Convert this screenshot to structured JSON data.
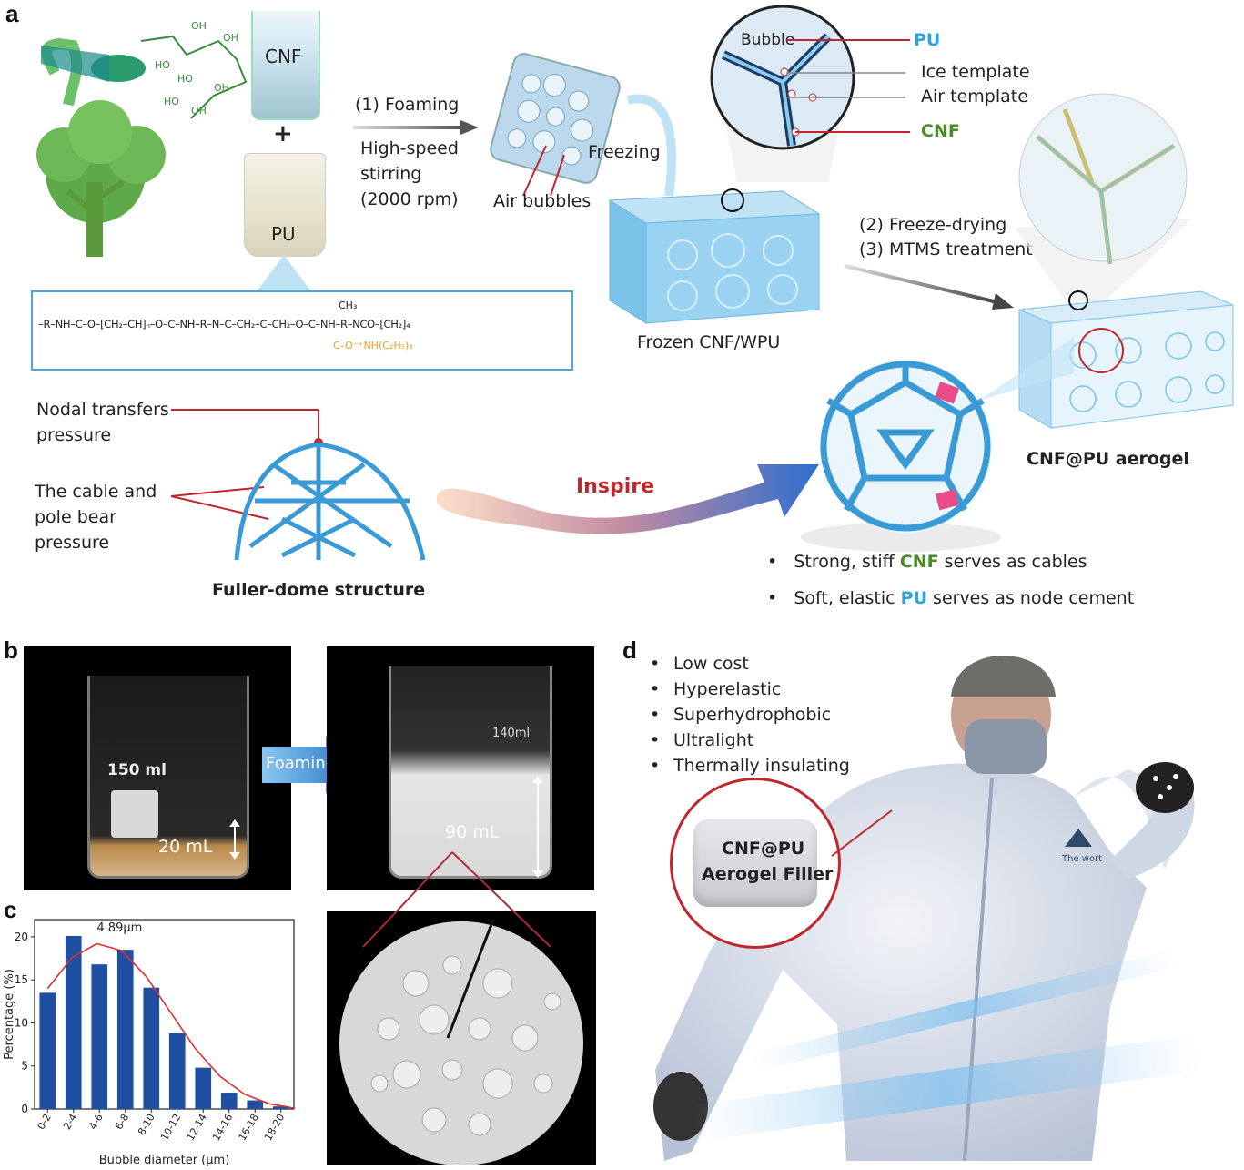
{
  "panels": {
    "a": "a",
    "b": "b",
    "c": "c",
    "d": "d"
  },
  "panel_a": {
    "cnf_label": "CNF",
    "plus": "+",
    "pu_label": "PU",
    "step1": "(1) Foaming",
    "stirring_line1": "High-speed",
    "stirring_line2": "stirring",
    "stirring_line3": "(2000 rpm)",
    "air_bubbles": "Air bubbles",
    "freezing": "Freezing",
    "bubble": "Bubble",
    "legend_pu": "PU",
    "legend_ice": "Ice template",
    "legend_air": "Air template",
    "legend_cnf": "CNF",
    "step2": "(2) Freeze-drying",
    "step3": "(3) MTMS treatment",
    "frozen_label": "Frozen CNF/WPU",
    "aerogel_label": "CNF@PU aerogel",
    "formula": "–R–NH–C–O–[CH₂–CH]ₙ–O–C–NH–R–N–C–CH₂–C–CH₂–O–C–NH–R–NCO–[CH₂]₄",
    "formula_side_top": "CH₃",
    "formula_side_bottom": "C–O⁻⁺NH(C₂H₅)₃",
    "nodal_line1": "Nodal transfers",
    "nodal_line2": "pressure",
    "cable_line1": "The cable and",
    "cable_line2": "pole bear",
    "cable_line3": "pressure",
    "fuller_label": "Fuller-dome structure",
    "inspire": "Inspire",
    "bullet1_pre": "Strong, stiff ",
    "bullet1_key": "CNF",
    "bullet1_post": " serves as cables",
    "bullet2_pre": "Soft, elastic ",
    "bullet2_key": "PU",
    "bullet2_post": " serves as node cement"
  },
  "panel_b": {
    "beaker_vol": "150 ml",
    "beaker_vol2": "140ml",
    "foaming": "Foaming",
    "vol_before": "20 mL",
    "vol_after": "90 mL"
  },
  "panel_d": {
    "features": [
      "Low cost",
      "Hyperelastic",
      "Superhydrophobic",
      "Ultralight",
      "Thermally insulating"
    ],
    "filler_line1": "CNF@PU",
    "filler_line2": "Aerogel Filler",
    "brand": "The wort"
  },
  "chart_data": {
    "type": "bar",
    "categories": [
      "0-2",
      "2-4",
      "4-6",
      "6-8",
      "8-10",
      "10-12",
      "12-14",
      "14-16",
      "16-18",
      "18-20"
    ],
    "values": [
      13.5,
      20.1,
      16.8,
      18.5,
      14.1,
      8.8,
      4.8,
      1.9,
      1.0,
      0.3
    ],
    "fit_peak_label": "4.89μm",
    "fit_curve": [
      14.0,
      17.6,
      19.2,
      18.4,
      15.4,
      11.2,
      7.0,
      3.8,
      1.7,
      0.6,
      0.1
    ],
    "xlabel": "Bubble diameter (μm)",
    "ylabel": "Percentage (%)",
    "ylim": [
      0,
      22
    ],
    "yticks": [
      0,
      5,
      10,
      15,
      20
    ],
    "bar_color": "#1f4fa0",
    "fit_color": "#e03030"
  },
  "colors": {
    "green": "#4a8a2a",
    "blue": "#2aa6dd",
    "red": "#c0272d"
  }
}
